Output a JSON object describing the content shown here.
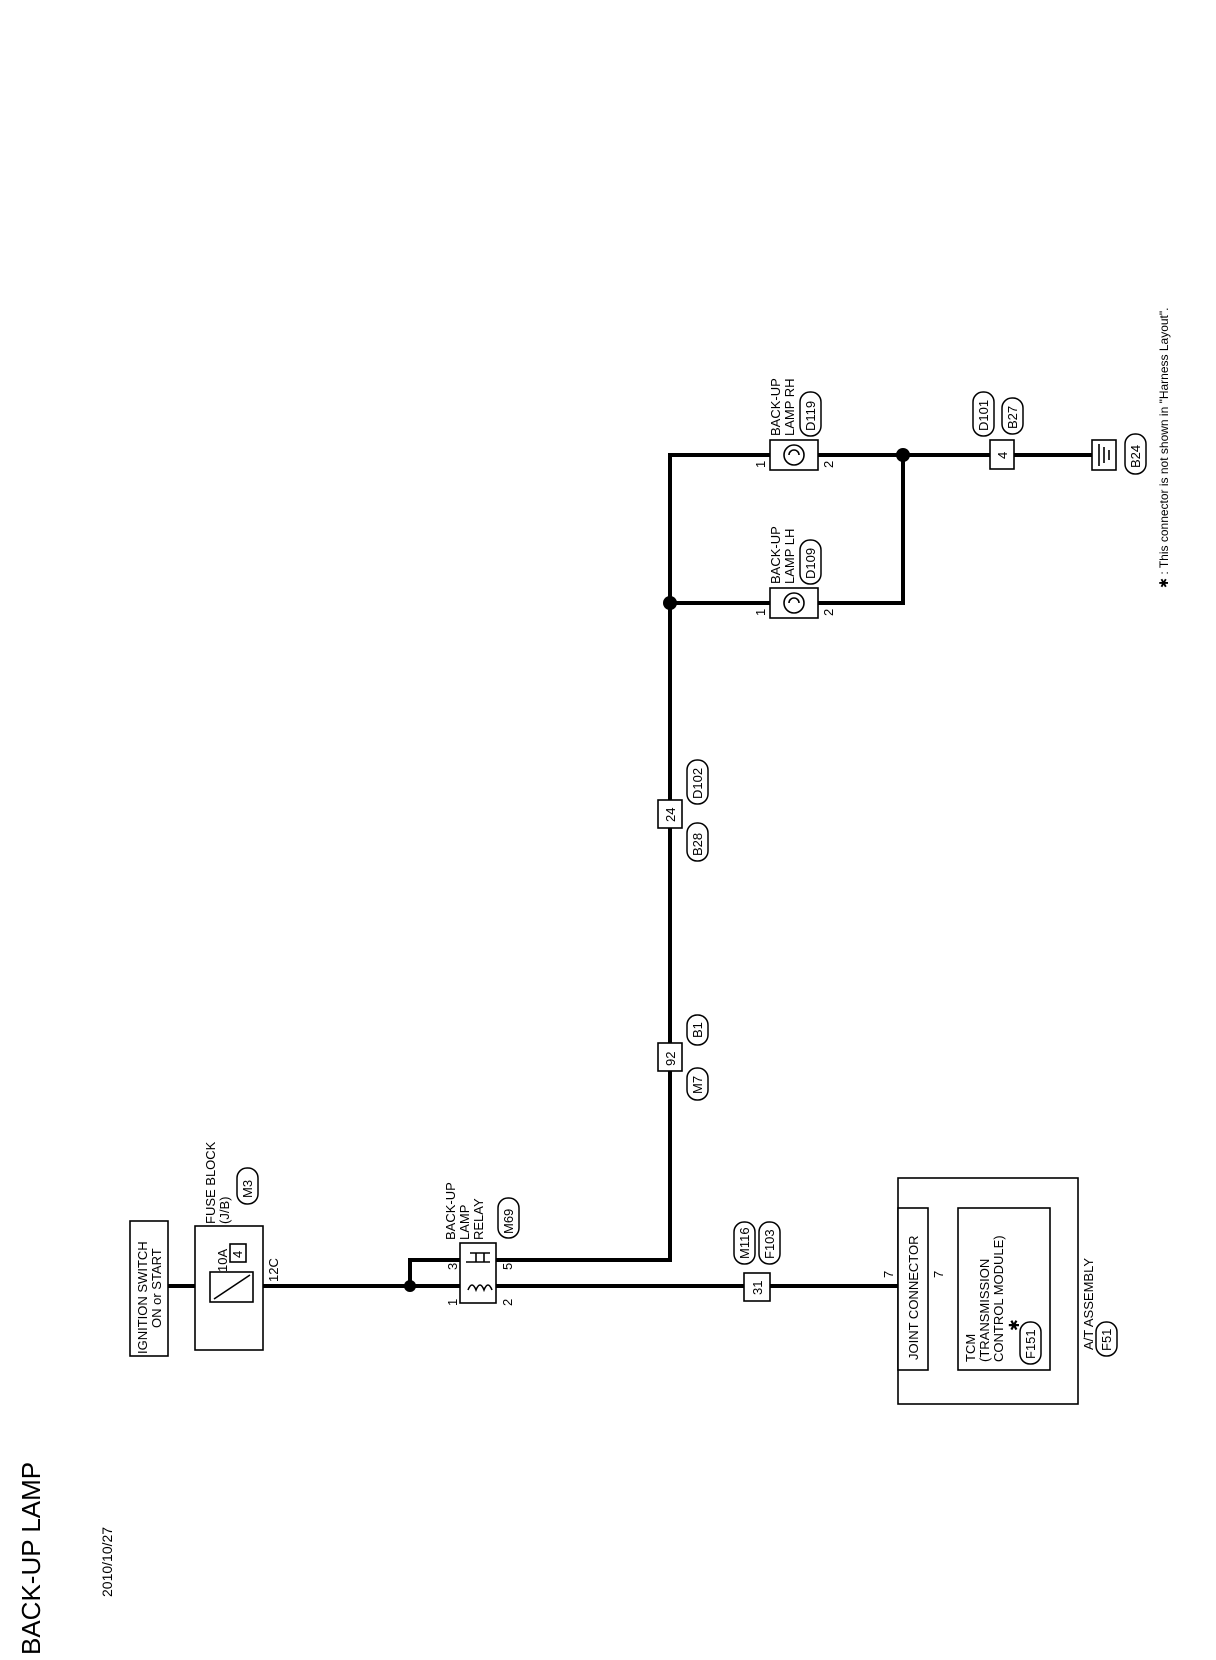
{
  "title": "BACK-UP LAMP",
  "date": "2010/10/27",
  "footnote": "✱ : This connector is not shown in \"Harness Layout\".",
  "ignition": {
    "line1": "IGNITION SWITCH",
    "line2": "ON or START"
  },
  "fuse_block": {
    "line1": "FUSE BLOCK",
    "line2": "(J/B)",
    "connector": "M3",
    "fuse": "10A",
    "fuse_no": "4",
    "terminal": "12C"
  },
  "relay": {
    "line1": "BACK-UP",
    "line2": "LAMP",
    "line3": "RELAY",
    "connector": "M69",
    "pin1": "1",
    "pin2": "2",
    "pin3": "3",
    "pin5": "5"
  },
  "splice_92": {
    "number": "92",
    "conn_a": "M7",
    "conn_b": "B1"
  },
  "splice_24": {
    "number": "24",
    "conn_a": "B28",
    "conn_b": "D102"
  },
  "splice_31": {
    "number": "31",
    "conn_a": "M116",
    "conn_b": "F103"
  },
  "lamp_lh": {
    "line1": "BACK-UP",
    "line2": "LAMP LH",
    "connector": "D109",
    "pin1": "1",
    "pin2": "2"
  },
  "lamp_rh": {
    "line1": "BACK-UP",
    "line2": "LAMP RH",
    "connector": "D119",
    "pin1": "1",
    "pin2": "2"
  },
  "ground_splice": {
    "number": "4",
    "conn_a": "D101",
    "conn_b": "B27",
    "ground_conn": "B24"
  },
  "at_assembly": {
    "label": "A/T ASSEMBLY",
    "connector": "F51",
    "joint": "JOINT CONNECTOR",
    "joint_pin_a": "7",
    "joint_pin_b": "7",
    "tcm_line1": "TCM",
    "tcm_line2": "(TRANSMISSION",
    "tcm_line3": "CONTROL MODULE)",
    "tcm_conn": "F151",
    "tcm_mark": "✱"
  }
}
